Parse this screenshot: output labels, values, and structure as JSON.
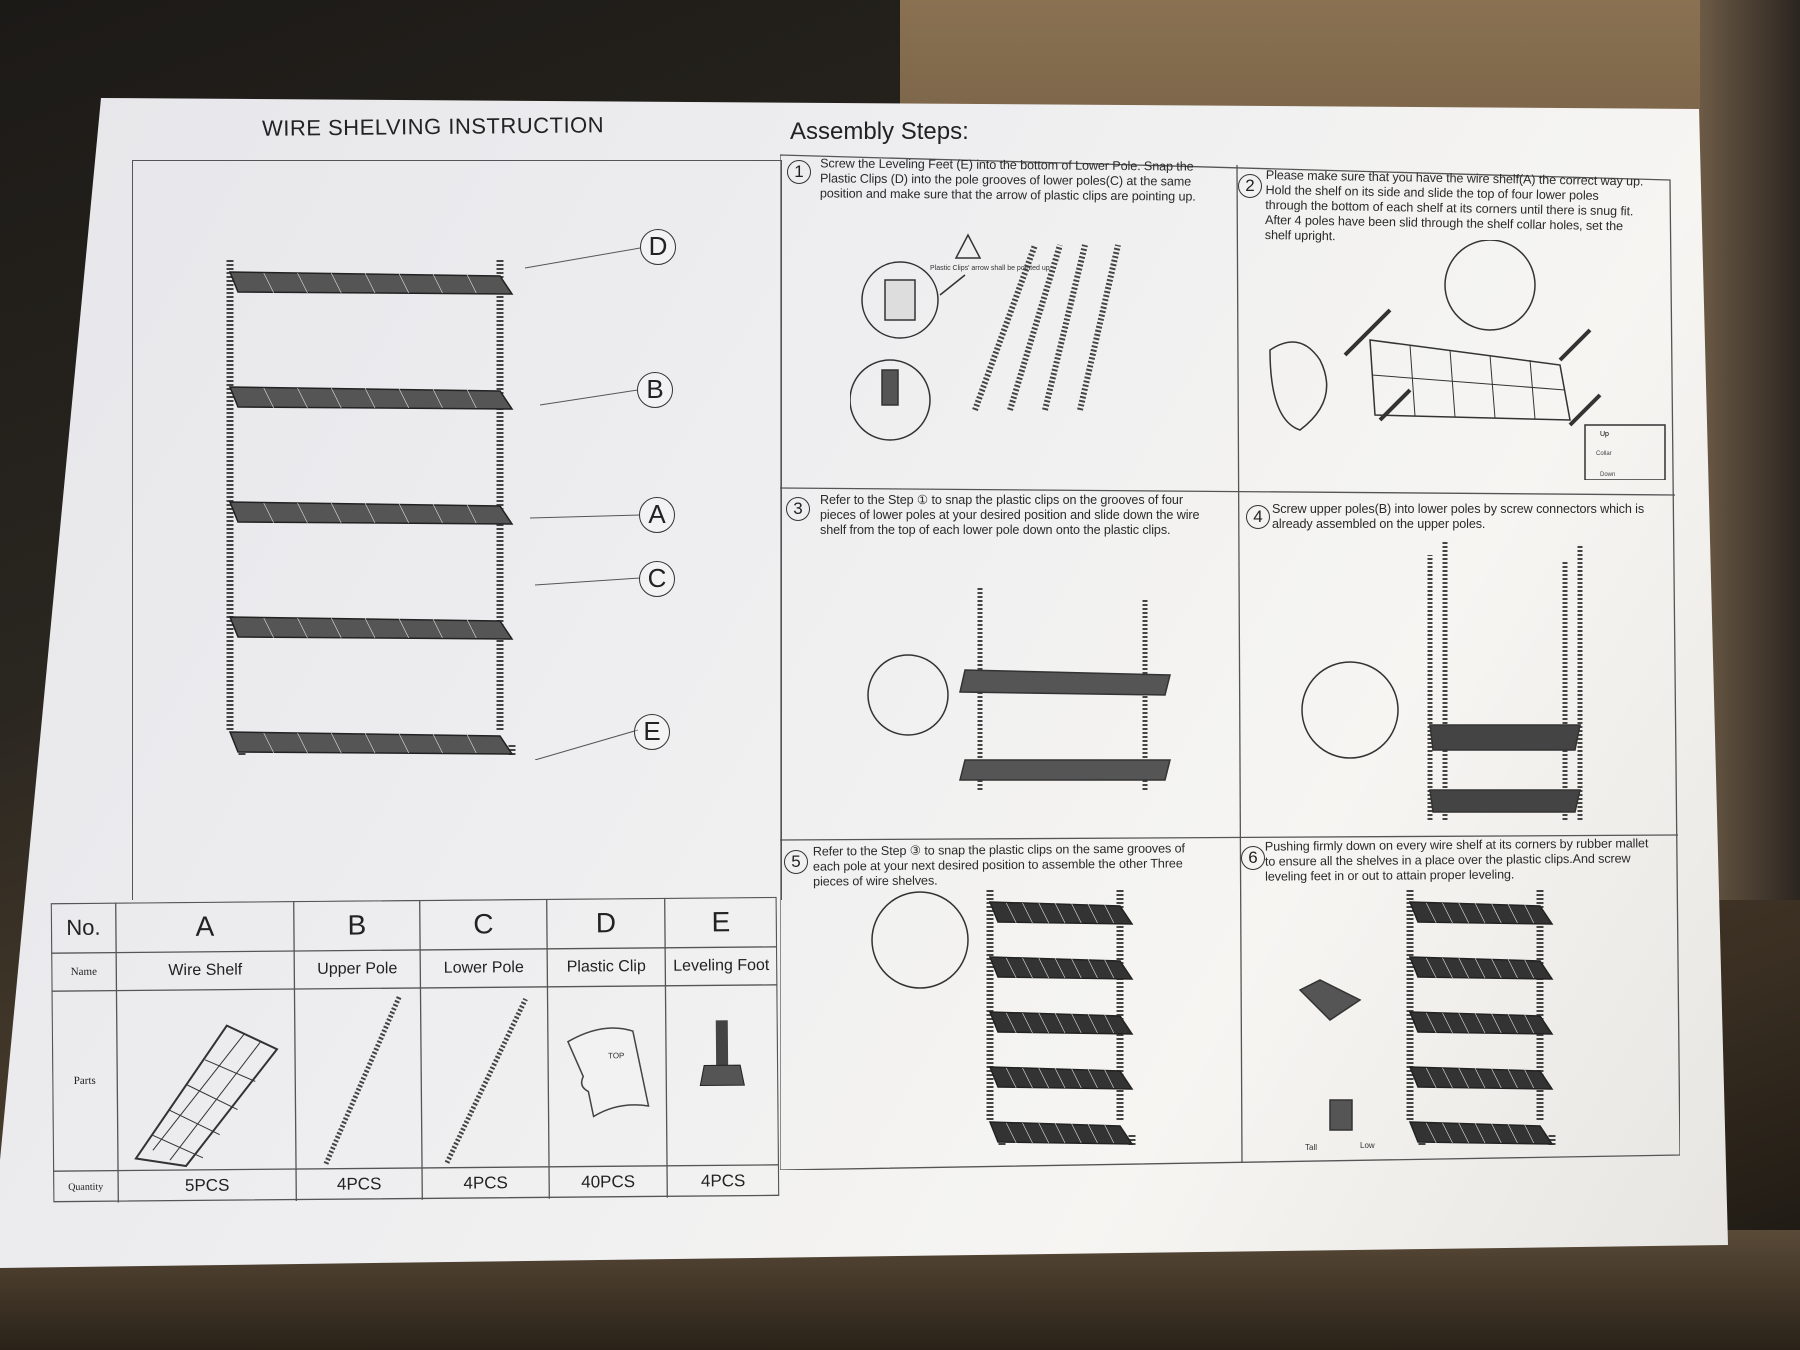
{
  "title": "WIRE SHELVING INSTRUCTION",
  "assembly_heading": "Assembly Steps:",
  "callouts": [
    "D",
    "B",
    "A",
    "C",
    "E"
  ],
  "steps": [
    {
      "num": "1",
      "lines": [
        "Screw the Leveling Feet (E) into the bottom of  Lower Pole. Snap the",
        "Plastic Clips (D) into the pole grooves of lower poles(C) at the same",
        "position and make sure that the arrow of plastic clips are pointing up."
      ],
      "note": "Plastic Clips' arrow shall be pointed up"
    },
    {
      "num": "2",
      "lines": [
        "Please make sure that you have the wire shelf(A) the correct way up.",
        "Hold the shelf on its side and slide the top of four lower poles",
        "through the bottom of each shelf at its corners until there is snug fit.",
        "After 4 poles have been slid through the shelf collar holes, set the",
        "shelf upright."
      ],
      "inset": {
        "up": "Up",
        "collar": "Collar",
        "down": "Down"
      }
    },
    {
      "num": "3",
      "lines": [
        "Refer to the Step ① to snap the plastic clips on the grooves of four",
        "pieces of lower poles at your desired position and slide down the wire",
        "shelf from the top of each lower pole down onto the plastic clips."
      ]
    },
    {
      "num": "4",
      "lines": [
        "Screw upper poles(B) into lower poles by screw connectors which is",
        "already assembled on the upper poles."
      ]
    },
    {
      "num": "5",
      "lines": [
        "Refer to the Step ③ to snap the plastic clips on the same grooves of",
        "each pole at your next desired position to assemble the other Three",
        "pieces of wire shelves."
      ]
    },
    {
      "num": "6",
      "lines": [
        "Pushing firmly down on every wire shelf at its corners by rubber mallet",
        "to ensure all the shelves in a place over the plastic clips.And screw",
        "leveling feet in or out to attain proper leveling."
      ],
      "labels": {
        "tall": "Tall",
        "low": "Low"
      }
    }
  ],
  "parts_table": {
    "row_labels": {
      "no": "No.",
      "name": "Name",
      "parts": "Parts",
      "quantity": "Quantity"
    },
    "parts": [
      {
        "letter": "A",
        "name": "Wire Shelf",
        "qty": "5PCS"
      },
      {
        "letter": "B",
        "name": "Upper Pole",
        "qty": "4PCS"
      },
      {
        "letter": "C",
        "name": "Lower Pole",
        "qty": "4PCS"
      },
      {
        "letter": "D",
        "name": "Plastic Clip",
        "qty": "40PCS",
        "icon_text": "TOP"
      },
      {
        "letter": "E",
        "name": "Leveling Foot",
        "qty": "4PCS"
      }
    ]
  }
}
